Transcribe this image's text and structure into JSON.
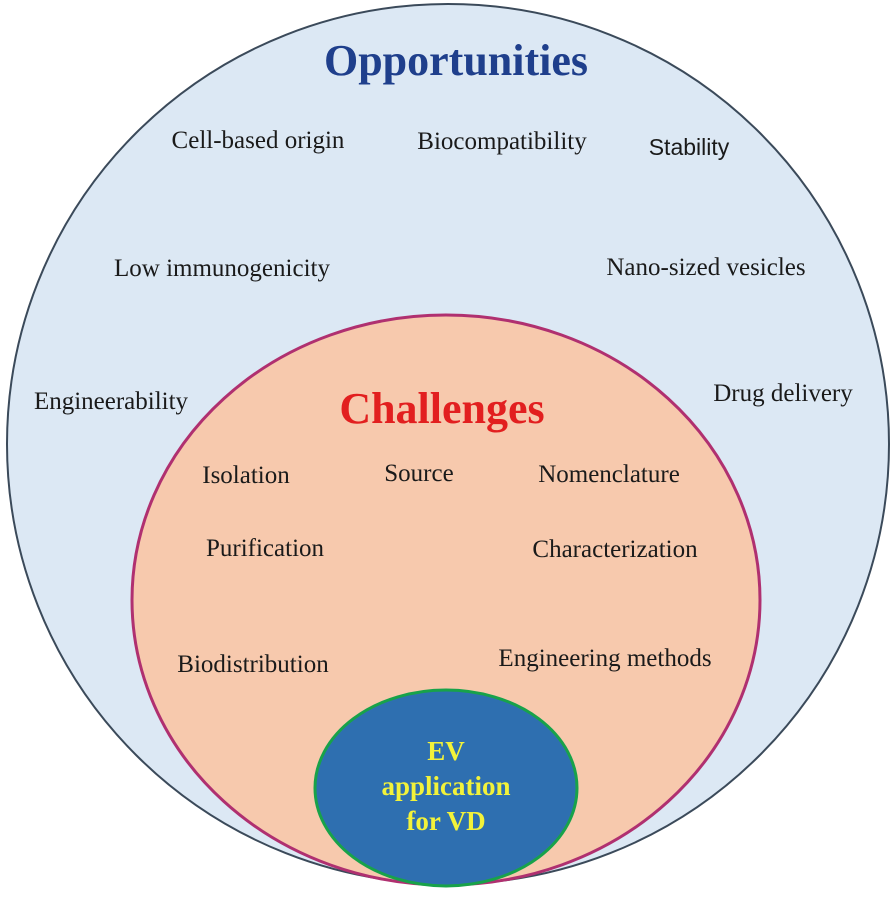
{
  "colors": {
    "outer_fill": "#dce8f4",
    "outer_stroke": "#3b4a5a",
    "inner_fill": "#f7c9ad",
    "inner_stroke": "#b03070",
    "core_fill": "#2e6fb0",
    "core_stroke": "#18a24a",
    "opportunities_title": "#1f3f8c",
    "challenges_title": "#e21f1f",
    "core_text": "#f2f23a"
  },
  "opportunities": {
    "title": "Opportunities",
    "items": [
      "Cell-based origin",
      "Biocompatibility",
      "Stability",
      "Low immunogenicity",
      "Nano-sized vesicles",
      "Engineerability",
      "Drug delivery"
    ]
  },
  "challenges": {
    "title": "Challenges",
    "items": [
      "Isolation",
      "Source",
      "Nomenclature",
      "Purification",
      "Characterization",
      "Biodistribution",
      "Engineering methods"
    ]
  },
  "core": {
    "lines": [
      "EV",
      "application",
      "for VD"
    ]
  }
}
